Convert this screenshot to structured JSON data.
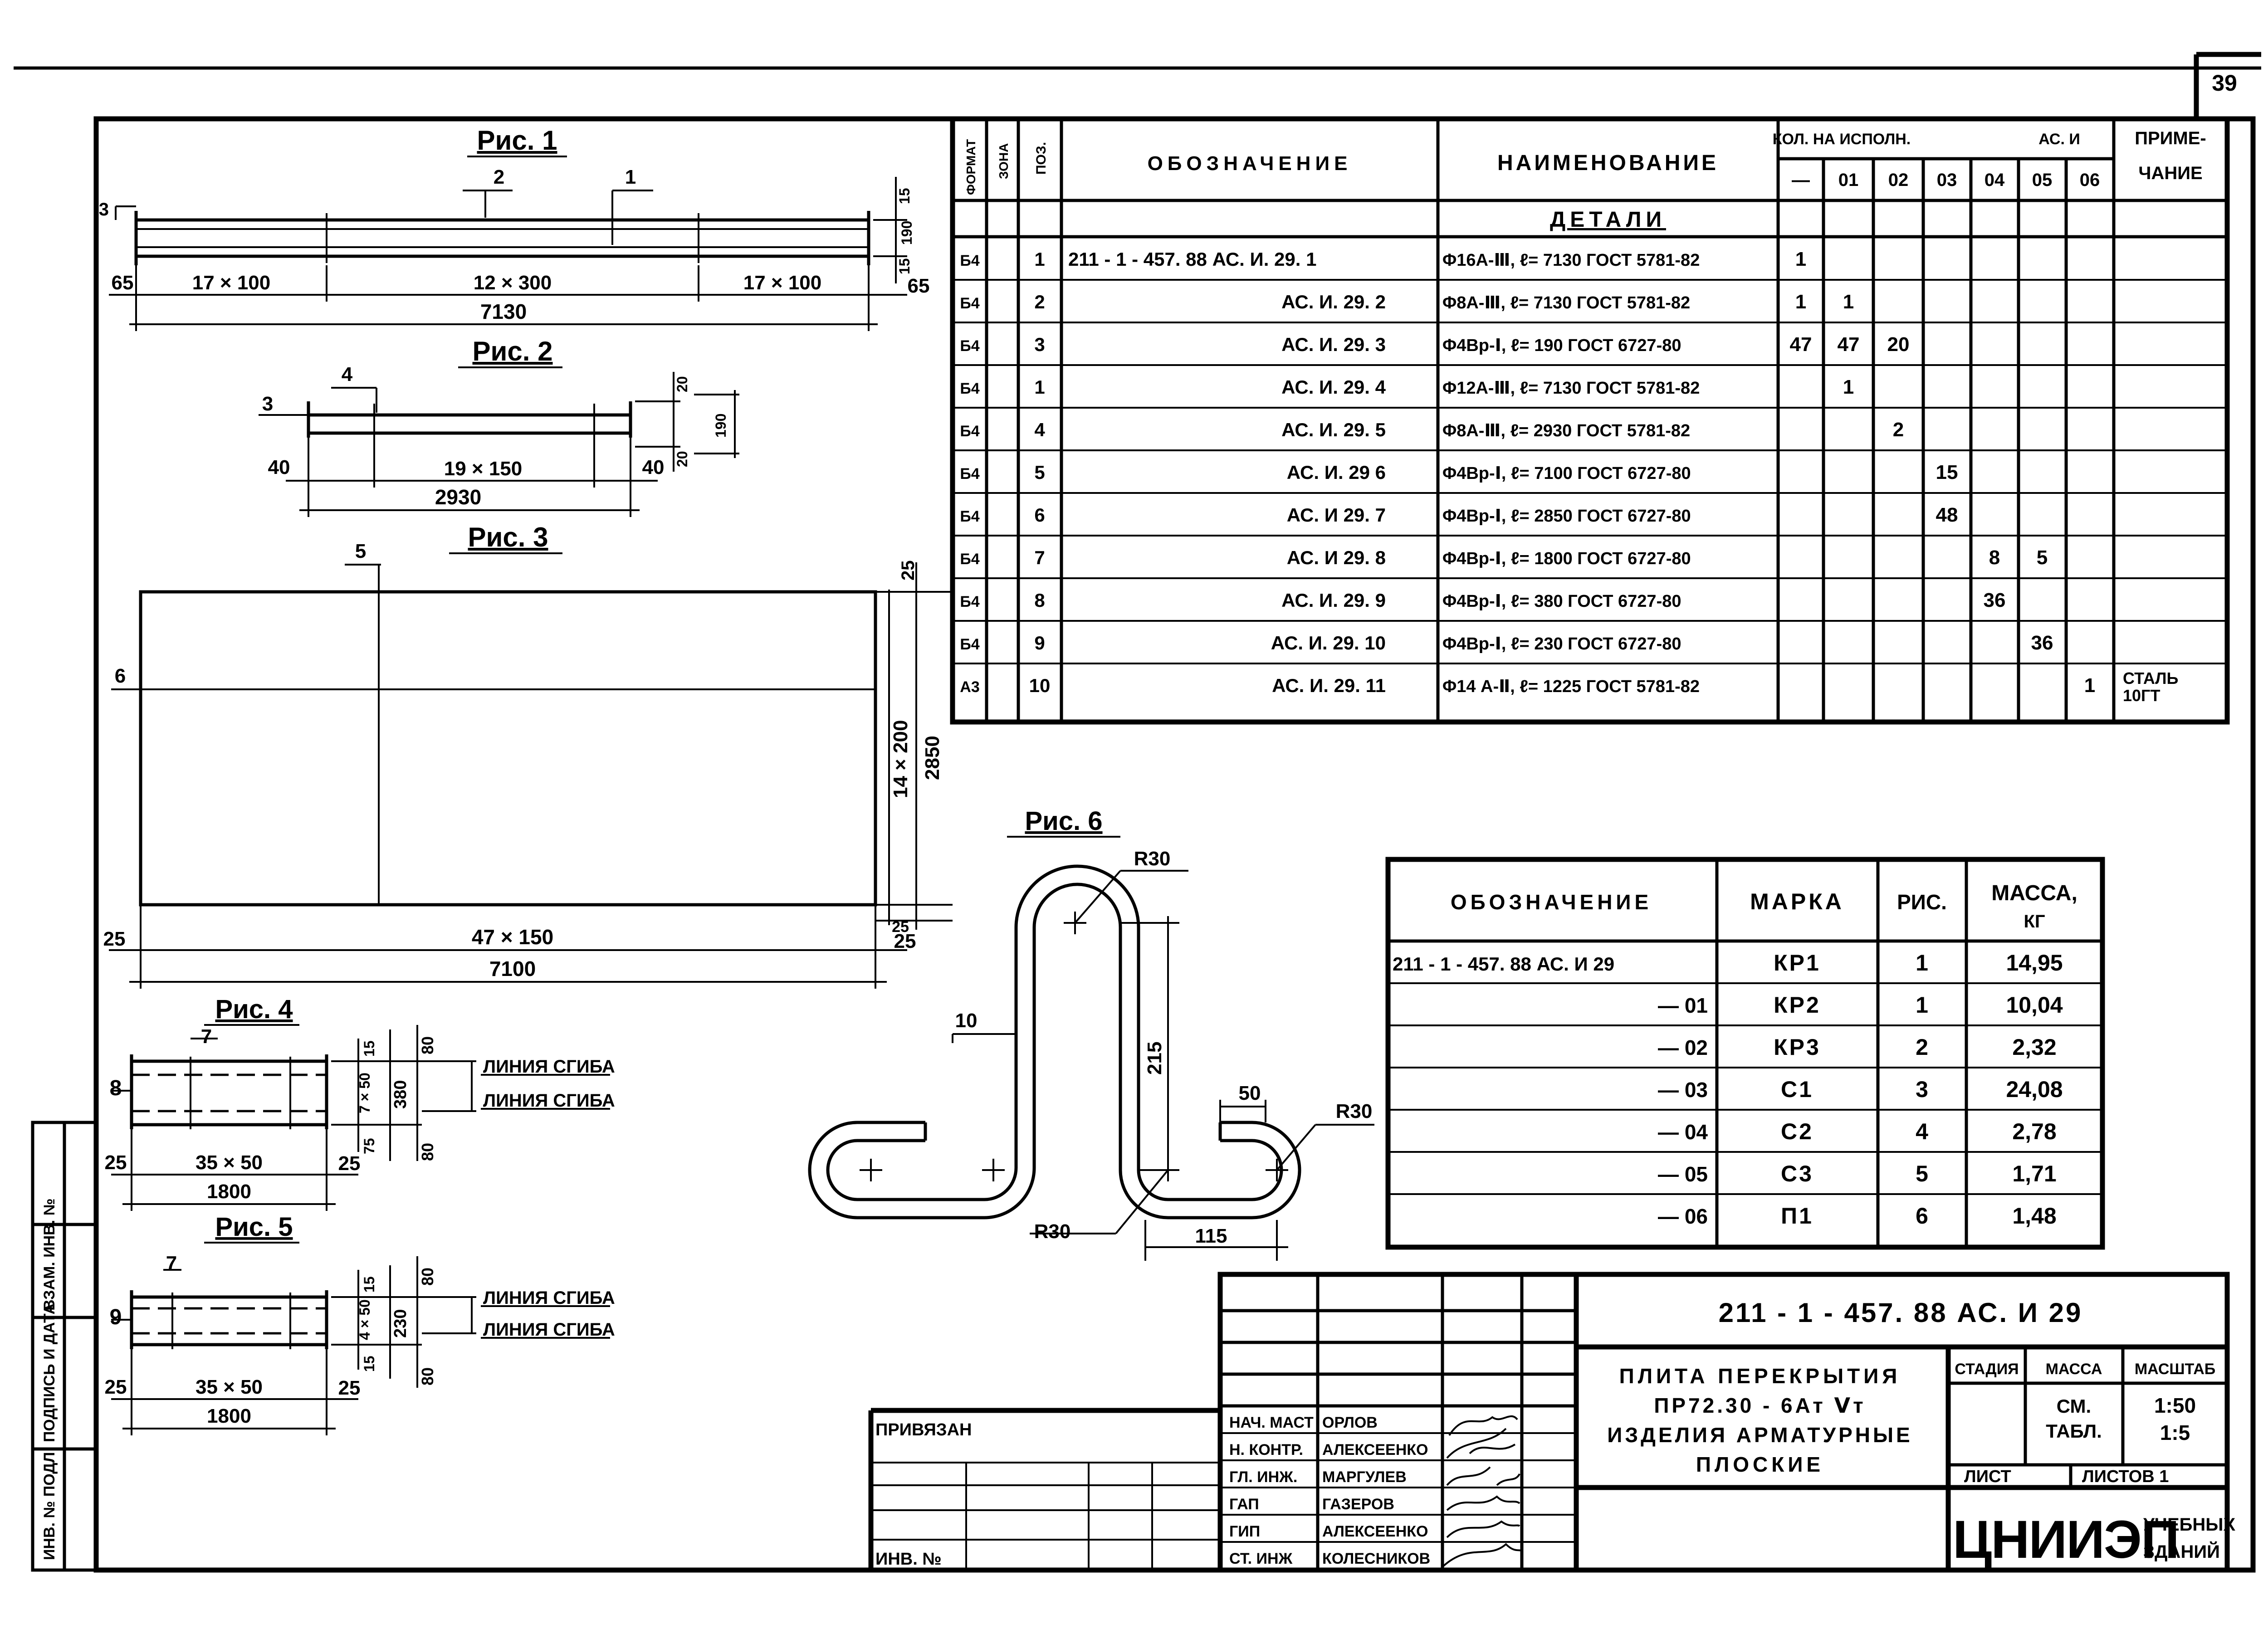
{
  "sheet_number": "39",
  "side_stamp": [
    "ИНВ. № ПОДЛ",
    "ПОДПИСЬ И ДАТА",
    "ВЗАМ. ИНВ. №"
  ],
  "fig1": {
    "title": "Рис. 1",
    "pos_a": "2",
    "pos_b": "1",
    "d_15a": "15",
    "d_190": "190",
    "d_15b": "15",
    "d_65a": "65",
    "d_seg1": "17 × 100",
    "d_seg2": "12 × 300",
    "d_seg3": "17 × 100",
    "d_65b": "65",
    "d_total": "7130",
    "pos_3": "3"
  },
  "fig2": {
    "title": "Рис. 2",
    "pos_a": "4",
    "pos_b": "3",
    "d_20a": "20",
    "d_190": "190",
    "d_20b": "20",
    "d_40a": "40",
    "d_mid": "19 × 150",
    "d_40b": "40",
    "d_total": "2930"
  },
  "fig3": {
    "title": "Рис. 3",
    "pos_a": "5",
    "pos_b": "6",
    "d_25top": "25",
    "d_14x200": "14 × 200",
    "d_2850": "2850",
    "d_25a": "25",
    "d_47x150": "47 × 150",
    "d_25b": "25",
    "d_25c": "25",
    "d_total": "7100"
  },
  "fig4": {
    "title": "Рис. 4",
    "pos_a": "7",
    "pos_b": "8",
    "d_15": "15",
    "d_80a": "80",
    "d_7x50": "7 × 50",
    "d_380": "380",
    "d_75": "75",
    "d_80b": "80",
    "d_25a": "25",
    "d_35x50": "35 × 50",
    "d_25b": "25",
    "d_total": "1800",
    "bend1": "ЛИНИЯ СГИБА",
    "bend2": "ЛИНИЯ СГИБА"
  },
  "fig5": {
    "title": "Рис. 5",
    "pos_a": "7",
    "pos_b": "9",
    "d_15a": "15",
    "d_80a": "80",
    "d_4x50": "4 × 50",
    "d_230": "230",
    "d_15b": "15",
    "d_80b": "80",
    "d_25a": "25",
    "d_35x50": "35 × 50",
    "d_25b": "25",
    "d_total": "1800",
    "bend1": "ЛИНИЯ СГИБА",
    "bend2": "ЛИНИЯ СГИБА"
  },
  "fig6": {
    "title": "Рис. 6",
    "r_top": "R30",
    "d_215": "215",
    "pos": "10",
    "d_50": "50",
    "r_right": "R30",
    "r_bottom": "R30",
    "d_115": "115"
  },
  "spec": {
    "headers": {
      "format": "ФОРМАТ",
      "zone": "ЗОНА",
      "pos": "ПОЗ.",
      "designation": "ОБОЗНАЧЕНИЕ",
      "name": "НАИМЕНОВАНИЕ",
      "qty": "КОЛ. НА ИСПОЛН.",
      "ref": "АС. И",
      "note": "ПРИМЕ- ЧАНИЕ"
    },
    "exec_cols": [
      "—",
      "01",
      "02",
      "03",
      "04",
      "05",
      "06"
    ],
    "section": "ДЕТАЛИ",
    "rows": [
      {
        "fmt": "Б4",
        "pos": "1",
        "des": "211 - 1 - 457. 88   АС. И. 29. 1",
        "name": "Φ16А-Ⅲ, ℓ= 7130  ГОСТ 5781-82",
        "q": [
          "1",
          "",
          "",
          "",
          "",
          "",
          ""
        ],
        "note": ""
      },
      {
        "fmt": "Б4",
        "pos": "2",
        "des": "АС. И. 29. 2",
        "name": "Φ8А-Ⅲ, ℓ= 7130 ГОСТ 5781-82",
        "q": [
          "1",
          "1",
          "",
          "",
          "",
          "",
          ""
        ],
        "note": ""
      },
      {
        "fmt": "Б4",
        "pos": "3",
        "des": "АС. И. 29. 3",
        "name": "Φ4Вр-Ⅰ, ℓ= 190 ГОСТ 6727-80",
        "q": [
          "47",
          "47",
          "20",
          "",
          "",
          "",
          ""
        ],
        "note": ""
      },
      {
        "fmt": "Б4",
        "pos": "1",
        "des": "АС. И. 29. 4",
        "name": "Φ12А-Ⅲ, ℓ= 7130 ГОСТ 5781-82",
        "q": [
          "",
          "1",
          "",
          "",
          "",
          "",
          ""
        ],
        "note": ""
      },
      {
        "fmt": "Б4",
        "pos": "4",
        "des": "АС. И. 29. 5",
        "name": "Φ8А-Ⅲ, ℓ= 2930 ГОСТ 5781-82",
        "q": [
          "",
          "",
          "2",
          "",
          "",
          "",
          ""
        ],
        "note": ""
      },
      {
        "fmt": "Б4",
        "pos": "5",
        "des": "АС. И. 29 6",
        "name": "Φ4Вр-Ⅰ, ℓ= 7100 ГОСТ 6727-80",
        "q": [
          "",
          "",
          "",
          "15",
          "",
          "",
          ""
        ],
        "note": ""
      },
      {
        "fmt": "Б4",
        "pos": "6",
        "des": "АС. И 29. 7",
        "name": "Φ4Вр-Ⅰ, ℓ= 2850 ГОСТ 6727-80",
        "q": [
          "",
          "",
          "",
          "48",
          "",
          "",
          ""
        ],
        "note": ""
      },
      {
        "fmt": "Б4",
        "pos": "7",
        "des": "АС. И 29. 8",
        "name": "Φ4Вр-Ⅰ, ℓ= 1800 ГОСТ 6727-80",
        "q": [
          "",
          "",
          "",
          "",
          "8",
          "5",
          ""
        ],
        "note": ""
      },
      {
        "fmt": "Б4",
        "pos": "8",
        "des": "АС. И. 29. 9",
        "name": "Φ4Вр-Ⅰ, ℓ= 380 ГОСТ 6727-80",
        "q": [
          "",
          "",
          "",
          "",
          "36",
          "",
          ""
        ],
        "note": ""
      },
      {
        "fmt": "Б4",
        "pos": "9",
        "des": "АС. И. 29. 10",
        "name": "Φ4Вр-Ⅰ, ℓ= 230 ГОСТ 6727-80",
        "q": [
          "",
          "",
          "",
          "",
          "",
          "36",
          ""
        ],
        "note": ""
      },
      {
        "fmt": "А3",
        "pos": "10",
        "des": "АС. И. 29. 11",
        "name": "Φ14 А-Ⅱ, ℓ= 1225 ГОСТ 5781-82",
        "q": [
          "",
          "",
          "",
          "",
          "",
          "",
          "1"
        ],
        "note": "СТАЛЬ 10ГТ"
      }
    ]
  },
  "marks": {
    "headers": {
      "designation": "ОБОЗНАЧЕНИЕ",
      "mark": "МАРКА",
      "fig": "РИС.",
      "mass": "МАССА, КГ"
    },
    "rows": [
      {
        "des": "211 - 1 - 457. 88  АС. И 29",
        "mark": "КР1",
        "fig": "1",
        "mass": "14,95"
      },
      {
        "des": "— 01",
        "mark": "КР2",
        "fig": "1",
        "mass": "10,04"
      },
      {
        "des": "— 02",
        "mark": "КР3",
        "fig": "2",
        "mass": "2,32"
      },
      {
        "des": "— 03",
        "mark": "С1",
        "fig": "3",
        "mass": "24,08"
      },
      {
        "des": "— 04",
        "mark": "С2",
        "fig": "4",
        "mass": "2,78"
      },
      {
        "des": "— 05",
        "mark": "С3",
        "fig": "5",
        "mass": "1,71"
      },
      {
        "des": "— 06",
        "mark": "П1",
        "fig": "6",
        "mass": "1,48"
      }
    ]
  },
  "titleblock": {
    "doc_code": "211 - 1 - 457. 88      АС. И 29",
    "title_l1": "ПЛИТА  ПЕРЕКРЫТИЯ",
    "title_l2": "ПР72.30 - 6Ат Ⅴт",
    "title_l3": "ИЗДЕЛИЯ  АРМАТУРНЫЕ",
    "title_l4": "ПЛОСКИЕ",
    "stage": "СТАДИЯ",
    "mass": "МАССА",
    "scale": "МАСШТАБ",
    "mass_val_1": "СМ.",
    "mass_val_2": "ТАБЛ.",
    "scale_1": "1:50",
    "scale_2": "1:5",
    "sheet": "ЛИСТ",
    "sheets": "ЛИСТОВ  1",
    "org_main": "ЦНИИЭП",
    "org_sub_1": "УЧЕБНЫХ",
    "org_sub_2": "ЗДАНИЙ",
    "bound": "ПРИВЯЗАН",
    "inv": "ИНВ. №",
    "roles": [
      {
        "role": "НАЧ. МАСТ",
        "person": "ОРЛОВ"
      },
      {
        "role": "Н. КОНТР.",
        "person": "АЛЕКСЕЕНКО"
      },
      {
        "role": "ГЛ. ИНЖ.",
        "person": "МАРГУЛЕВ"
      },
      {
        "role": "ГАП",
        "person": "ГАЗЕРОВ"
      },
      {
        "role": "ГИП",
        "person": "АЛЕКСЕЕНКО"
      },
      {
        "role": "СТ. ИНЖ",
        "person": "КОЛЕСНИКОВ"
      }
    ]
  }
}
